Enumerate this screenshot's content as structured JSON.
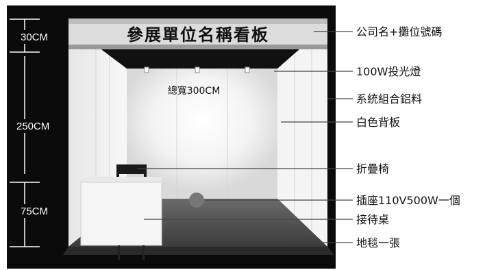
{
  "sign": {
    "text": "參展單位名稱看板"
  },
  "dimensions": {
    "fascia": "30CM",
    "wall": "250CM",
    "desk": "75CM",
    "width": "總寬300CM"
  },
  "callouts": [
    {
      "key": "company",
      "label": "公司名+攤位號碼"
    },
    {
      "key": "spotlight",
      "label": "100W投光燈"
    },
    {
      "key": "aluminum",
      "label": "系統組合鋁料"
    },
    {
      "key": "backboard",
      "label": "白色背板"
    },
    {
      "key": "chair",
      "label": "折疊椅"
    },
    {
      "key": "socket",
      "label": "插座110V500W一個"
    },
    {
      "key": "desk",
      "label": "接待桌"
    },
    {
      "key": "carpet",
      "label": "地毯一張"
    }
  ],
  "colors": {
    "background": "#0b0b0b",
    "wall": "#f2f2f2",
    "carpet": "#5a5a5a",
    "sign": "#dcdcdc",
    "accent_line": "#444444"
  }
}
